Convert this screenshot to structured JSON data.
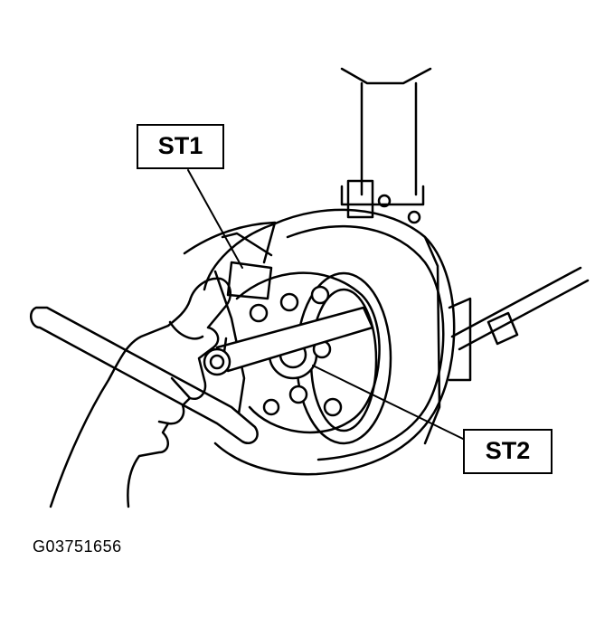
{
  "labels": {
    "st1": "ST1",
    "st2": "ST2"
  },
  "figure_code": "G03751656",
  "colors": {
    "line": "#000000",
    "background": "#ffffff"
  }
}
